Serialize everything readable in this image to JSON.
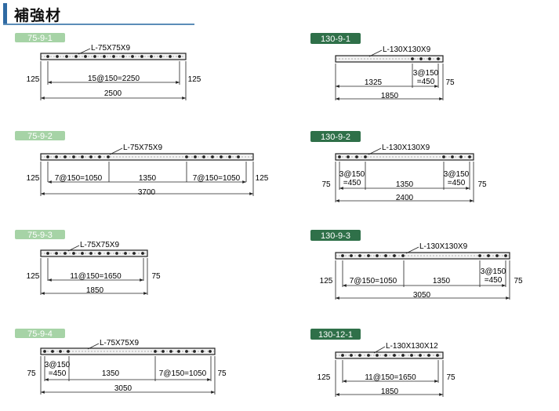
{
  "page": {
    "title": "補強材"
  },
  "colors": {
    "tag_light": "#a6d3a6",
    "tag_dark": "#2f7049",
    "header_accent": "#2f6aa3"
  },
  "panels": [
    {
      "code": "75-9-1",
      "size": "L-75X75X9",
      "dims": {
        "d0": "125",
        "d1": "15@150=2250",
        "d2": "125",
        "total": "2500"
      }
    },
    {
      "code": "75-9-2",
      "size": "L-75X75X9",
      "dims": {
        "d0": "125",
        "d1": "7@150=1050",
        "d2": "1350",
        "d3": "7@150=1050",
        "d4": "125",
        "total": "3700"
      }
    },
    {
      "code": "75-9-3",
      "size": "L-75X75X9",
      "dims": {
        "d0": "125",
        "d1": "11@150=1650",
        "d2": "75",
        "total": "1850"
      }
    },
    {
      "code": "75-9-4",
      "size": "L-75X75X9",
      "dims": {
        "d0": "75",
        "d1": "3@150",
        "d1b": "=450",
        "d2": "1350",
        "d3": "7@150=1050",
        "d4": "75",
        "total": "3050"
      }
    },
    {
      "code": "130-9-1",
      "size": "L-130X130X9",
      "dims": {
        "d0": "1325",
        "d1": "3@150",
        "d1b": "=450",
        "d2": "75",
        "total": "1850"
      }
    },
    {
      "code": "130-9-2",
      "size": "L-130X130X9",
      "dims": {
        "d0": "75",
        "d1": "3@150",
        "d1b": "=450",
        "d2": "1350",
        "d3": "3@150",
        "d3b": "=450",
        "d4": "75",
        "total": "2400"
      }
    },
    {
      "code": "130-9-3",
      "size": "L-130X130X9",
      "dims": {
        "d0": "125",
        "d1": "7@150=1050",
        "d2": "1350",
        "d3": "3@150",
        "d3b": "=450",
        "d4": "75",
        "total": "3050"
      }
    },
    {
      "code": "130-12-1",
      "size": "L-130X130X12",
      "dims": {
        "d0": "125",
        "d1": "11@150=1650",
        "d2": "75",
        "total": "1850"
      }
    }
  ]
}
